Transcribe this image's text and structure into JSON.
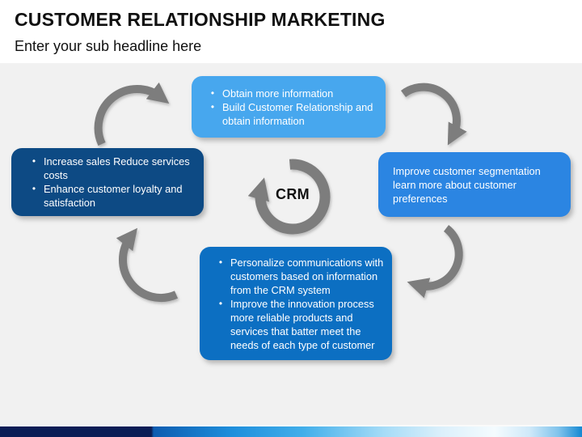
{
  "slide": {
    "title": "CUSTOMER RELATIONSHIP MARKETING",
    "subtitle": "Enter your sub headline here"
  },
  "diagram": {
    "center_label": "CRM",
    "bullet_glyph": "•",
    "arrow_color": "#7d7d7d",
    "boxes": {
      "top": {
        "color": "#47a7ee",
        "bullets": [
          "Obtain more information",
          "Build Customer Relationship and obtain information"
        ]
      },
      "right": {
        "color": "#2b85e2",
        "text": "Improve customer segmentation learn more about customer preferences"
      },
      "bottom": {
        "color": "#0c6fc2",
        "bullets": [
          "Personalize communications with customers based on information from the CRM system",
          "Improve the innovation process more reliable products and services that batter meet the needs of each type of customer"
        ]
      },
      "left": {
        "color": "#0d4a84",
        "bullets": [
          "Increase sales Reduce services costs",
          "Enhance customer loyalty and satisfaction"
        ]
      }
    }
  },
  "footer": {
    "bar_colors": [
      "#0a1d55",
      "#0d5cb0",
      "#1f8fdc",
      "#a6dcf7",
      "#f4fbfe",
      "#1588d2"
    ]
  }
}
